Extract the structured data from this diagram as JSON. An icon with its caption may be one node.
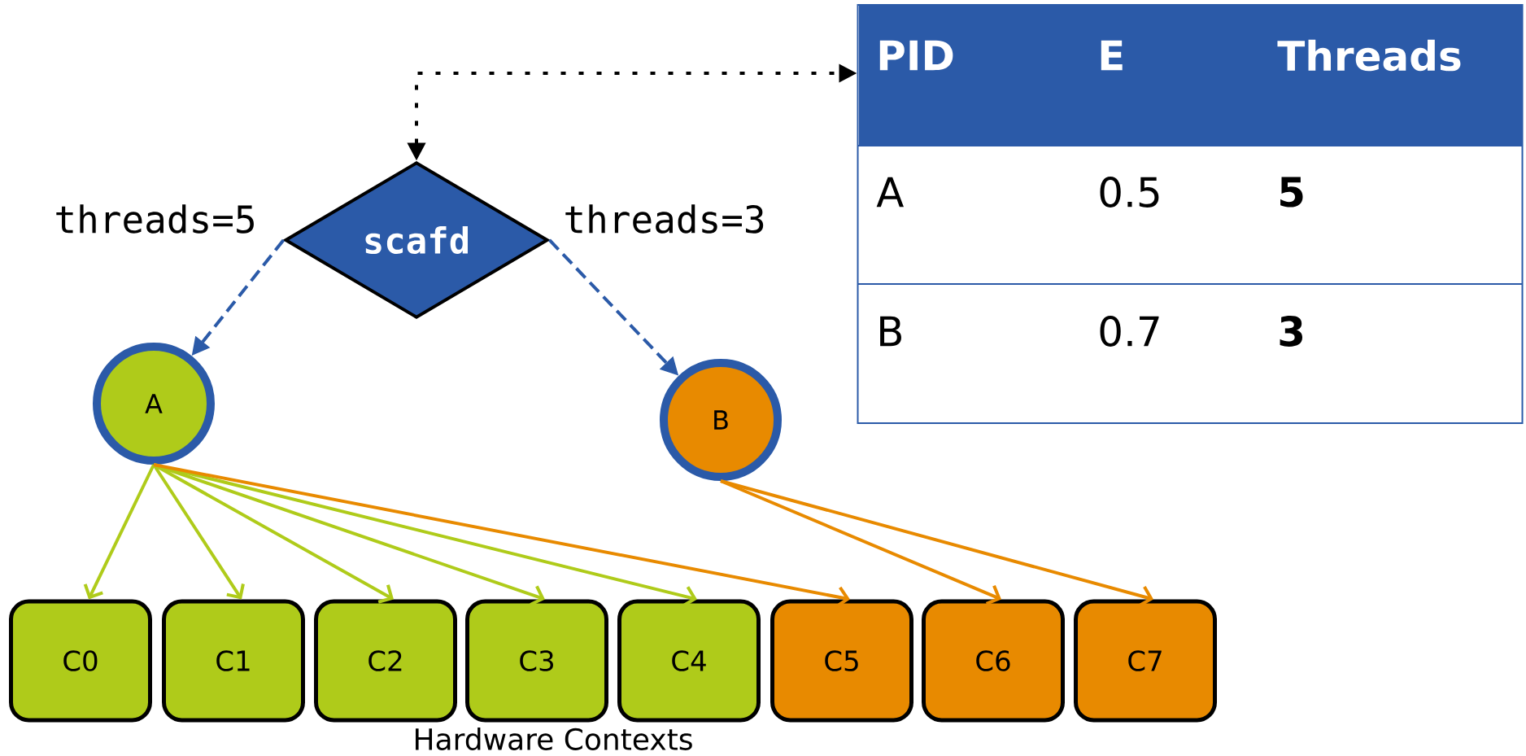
{
  "diagram": {
    "nodes": [
      {
        "text": [
          "scafd"
        ]
      },
      {
        "text": [
          "A"
        ]
      },
      {
        "text": [
          "B"
        ]
      },
      {
        "text": [
          "PID",
          "E",
          "Threads",
          "A",
          "0.5",
          "5",
          "B",
          "0.7",
          "3"
        ]
      },
      {
        "text": [
          "C0"
        ]
      },
      {
        "text": [
          "C1"
        ]
      },
      {
        "text": [
          "C2"
        ]
      },
      {
        "text": [
          "C3"
        ]
      },
      {
        "text": [
          "C4"
        ]
      },
      {
        "text": [
          "C5"
        ]
      },
      {
        "text": [
          "C6"
        ]
      },
      {
        "text": [
          "C7"
        ]
      }
    ],
    "edges": [
      {
        "from": 0,
        "to": 3,
        "arrow": "both",
        "style": "dashed",
        "color": "#000000"
      },
      {
        "from": 0,
        "to": 1,
        "arrow": "to",
        "style": "dashed",
        "color": "#2b5aa8",
        "label": "threads=5"
      },
      {
        "from": 0,
        "to": 2,
        "arrow": "to",
        "style": "dashed",
        "color": "#2b5aa8",
        "label": "threads=3"
      },
      {
        "from": 1,
        "to": 4,
        "arrow": "to",
        "color": "#afcb1a"
      },
      {
        "from": 1,
        "to": 5,
        "arrow": "to",
        "color": "#afcb1a"
      },
      {
        "from": 1,
        "to": 6,
        "arrow": "to",
        "color": "#afcb1a"
      },
      {
        "from": 1,
        "to": 7,
        "arrow": "to",
        "color": "#afcb1a"
      },
      {
        "from": 1,
        "to": 8,
        "arrow": "to",
        "color": "#afcb1a"
      },
      {
        "from": 1,
        "to": 9,
        "arrow": "to",
        "color": "#e88a00"
      },
      {
        "from": 2,
        "to": 10,
        "arrow": "to",
        "color": "#e88a00"
      },
      {
        "from": 2,
        "to": 11,
        "arrow": "to",
        "color": "#e88a00"
      }
    ],
    "labels": [
      "Hardware Contexts"
    ]
  }
}
